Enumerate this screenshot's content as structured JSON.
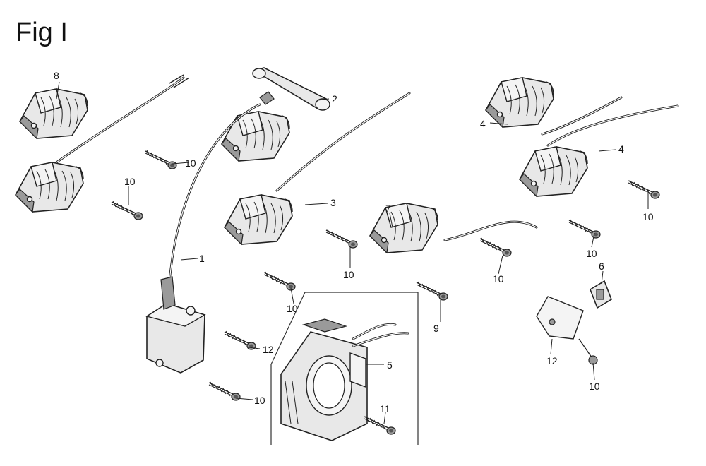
{
  "figure": {
    "title": "Fig I"
  },
  "callouts": [
    {
      "id": "c8",
      "label": "8"
    },
    {
      "id": "c2",
      "label": "2"
    },
    {
      "id": "c4a",
      "label": "4"
    },
    {
      "id": "c4b",
      "label": "4"
    },
    {
      "id": "c10a",
      "label": "10"
    },
    {
      "id": "c10b",
      "label": "10"
    },
    {
      "id": "c3",
      "label": "3"
    },
    {
      "id": "c7",
      "label": "7"
    },
    {
      "id": "c10c",
      "label": "10"
    },
    {
      "id": "c10d",
      "label": "10"
    },
    {
      "id": "c1",
      "label": "1"
    },
    {
      "id": "c10e",
      "label": "10"
    },
    {
      "id": "c10f",
      "label": "10"
    },
    {
      "id": "c6",
      "label": "6"
    },
    {
      "id": "c10g",
      "label": "10"
    },
    {
      "id": "c12a",
      "label": "12"
    },
    {
      "id": "c9",
      "label": "9"
    },
    {
      "id": "c5",
      "label": "5"
    },
    {
      "id": "c12b",
      "label": "12"
    },
    {
      "id": "c10h",
      "label": "10"
    },
    {
      "id": "c11",
      "label": "11"
    },
    {
      "id": "c10i",
      "label": "10"
    }
  ]
}
